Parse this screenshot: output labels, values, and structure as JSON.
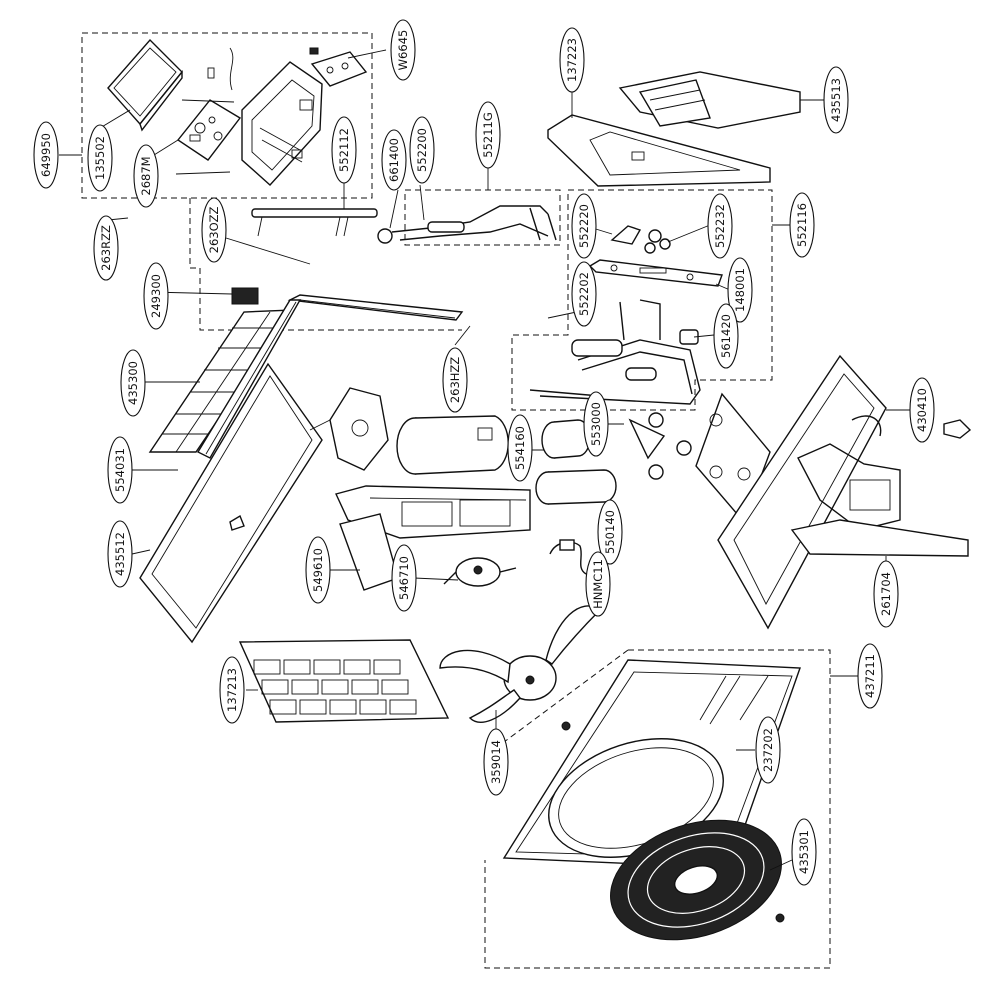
{
  "labels": {
    "649950": "649950",
    "135502": "135502",
    "2687M": "2687M",
    "W6645": "W6645",
    "552112": "552112",
    "263OZZ": "263OZZ",
    "263RZZ": "263RZZ",
    "249300": "249300",
    "661400": "661400",
    "552200": "552200",
    "55211G": "55211G",
    "137223": "137223",
    "435513": "435513",
    "552220": "552220",
    "552232": "552232",
    "552116": "552116",
    "148001": "148001",
    "552202": "552202",
    "561420": "561420",
    "263HZZ": "263HZZ",
    "435300": "435300",
    "554031": "554031",
    "435512": "435512",
    "554160": "554160",
    "553000": "553000",
    "430410": "430410",
    "550140": "550140",
    "549610": "549610",
    "546710": "546710",
    "HNMC11": "HNMC11",
    "261704": "261704",
    "437211": "437211",
    "137213": "137213",
    "359014": "359014",
    "237202": "237202",
    "435301": "435301"
  }
}
